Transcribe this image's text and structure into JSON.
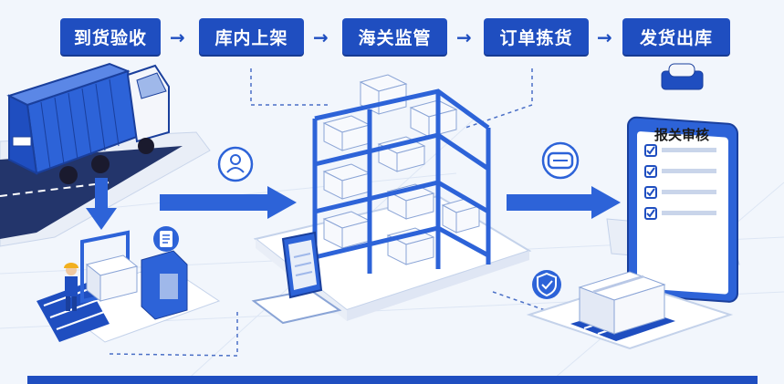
{
  "steps": [
    {
      "label": "到货验收"
    },
    {
      "label": "库内上架"
    },
    {
      "label": "海关监管"
    },
    {
      "label": "订单拣货"
    },
    {
      "label": "发货出库"
    }
  ],
  "clipboard": {
    "title": "报关审核"
  },
  "colors": {
    "primary": "#1f4ec0",
    "light": "#e8eef9",
    "background": "#f2f6fc"
  },
  "icons": [
    "arrow-right-icon",
    "user-icon",
    "document-icon",
    "scan-icon",
    "shield-check-icon"
  ]
}
